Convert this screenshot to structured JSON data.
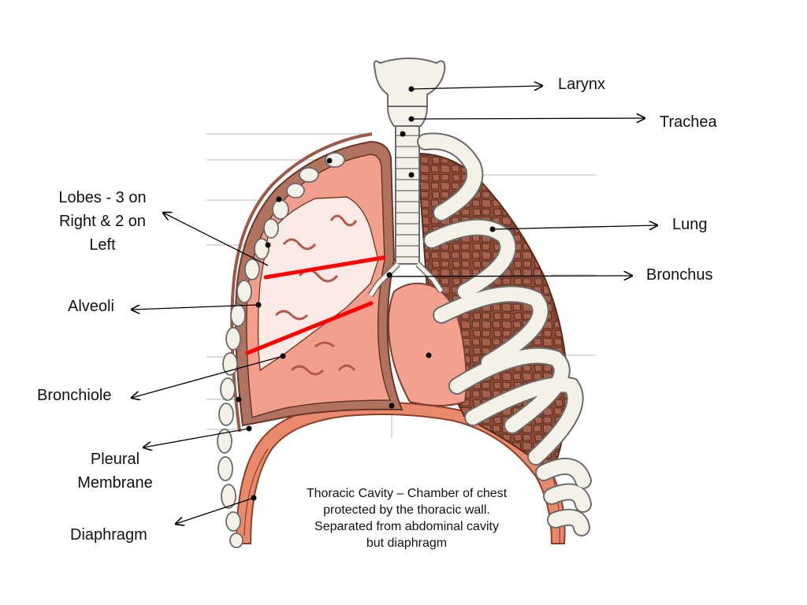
{
  "labels": {
    "larynx": "Larynx",
    "trachea": "Trachea",
    "lung": "Lung",
    "bronchus": "Bronchus",
    "lobes": [
      "Lobes - 3 on",
      "Right & 2 on",
      "Left"
    ],
    "alveoli": "Alveoli",
    "bronchiole": "Bronchiole",
    "pleural": [
      "Pleural",
      "Membrane"
    ],
    "diaphragm": "Diaphragm"
  },
  "caption": "Thoracic Cavity – Chamber of chest protected by the thoracic wall. Separated from abdominal cavity but diaphragm",
  "colors": {
    "bone": "#f4f1e8",
    "bone_outline": "#6b6b6b",
    "lung_tissue": "#f2a08d",
    "lung_wall": "#9e5a48",
    "left_lung": "#8a4836",
    "heart": "#f2a090",
    "diaphragm": "#ea8a6c",
    "lobe_divider": "#ff0000",
    "leader": "#000000"
  }
}
